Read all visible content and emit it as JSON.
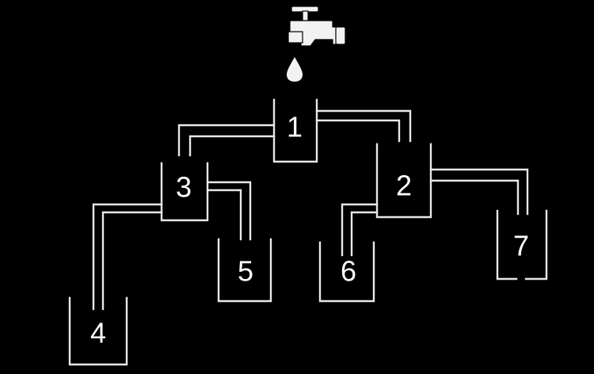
{
  "puzzle": {
    "containers": [
      {
        "id": "c1",
        "label": "1"
      },
      {
        "id": "c2",
        "label": "2"
      },
      {
        "id": "c3",
        "label": "3"
      },
      {
        "id": "c4",
        "label": "4"
      },
      {
        "id": "c5",
        "label": "5"
      },
      {
        "id": "c6",
        "label": "6"
      },
      {
        "id": "c7",
        "label": "7"
      }
    ],
    "colors": {
      "background": "#000000",
      "lines": "#e8e8e8",
      "faucet": "#f2f2f2"
    }
  }
}
